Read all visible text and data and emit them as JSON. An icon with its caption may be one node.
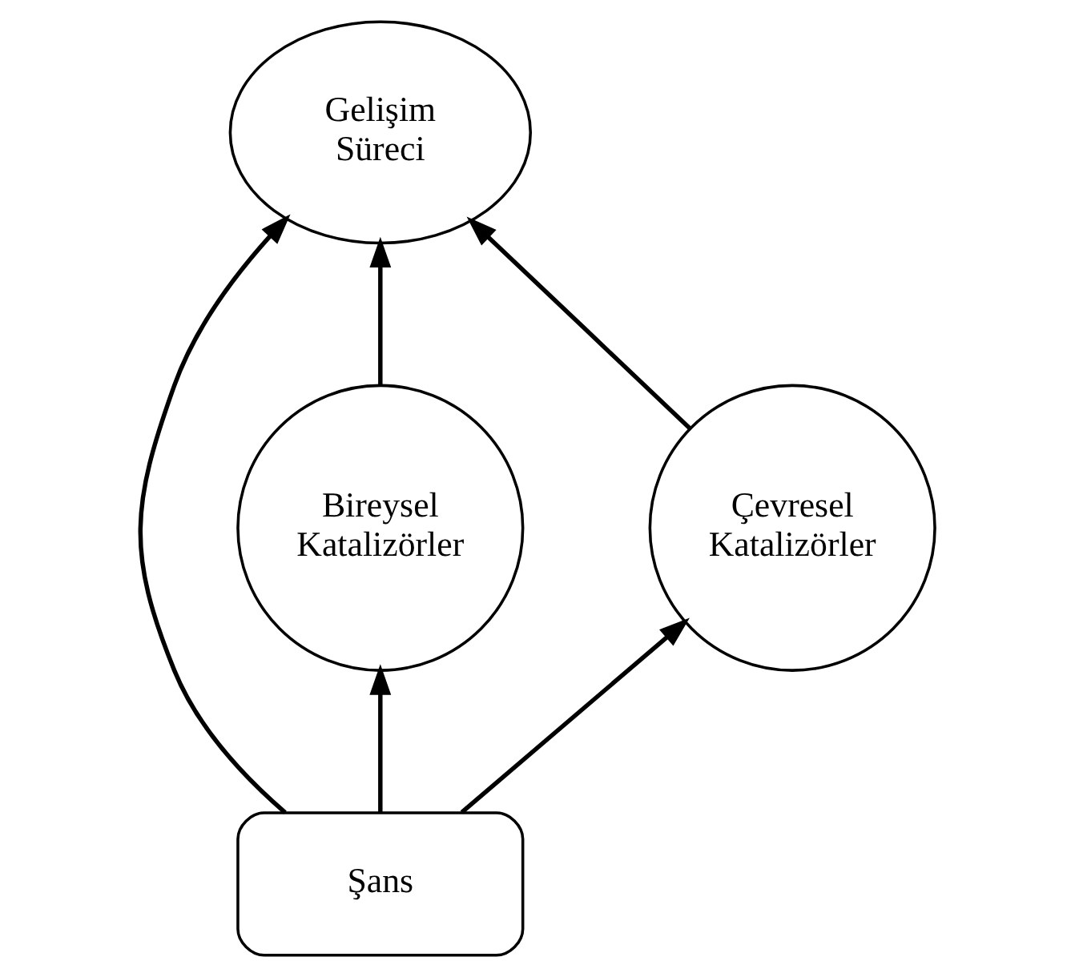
{
  "diagram": {
    "nodes": [
      {
        "text": [
          "Gelişim Süreci"
        ]
      },
      {
        "text": [
          "Bireysel Katalizörler"
        ]
      },
      {
        "text": [
          "Çevresel Katalizörler"
        ]
      },
      {
        "text": [
          "Şans"
        ]
      }
    ],
    "edges": [
      {
        "from": 1,
        "to": 0,
        "arrow": "to"
      },
      {
        "from": 3,
        "to": 0,
        "arrow": "to"
      },
      {
        "from": 2,
        "to": 0,
        "arrow": "to"
      },
      {
        "from": 3,
        "to": 1,
        "arrow": "to"
      },
      {
        "from": 3,
        "to": 2,
        "arrow": "to"
      }
    ]
  }
}
